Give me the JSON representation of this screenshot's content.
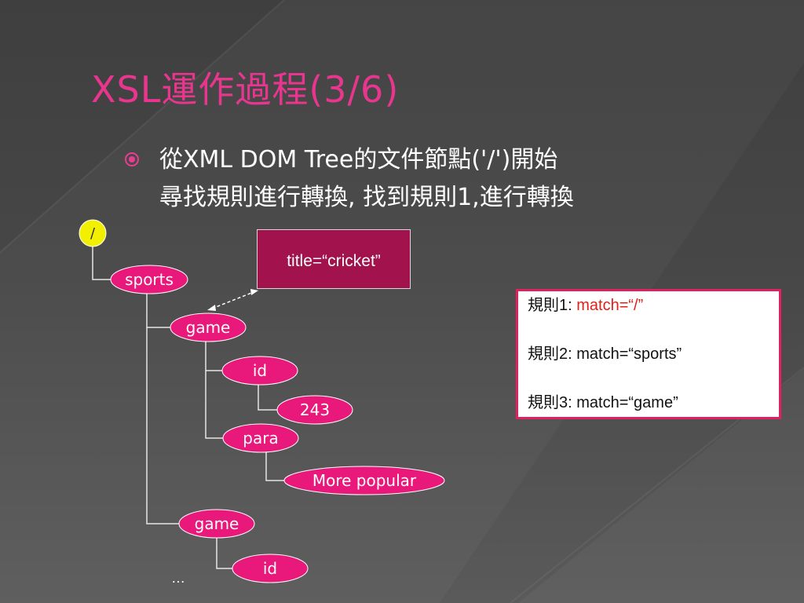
{
  "slide": {
    "title": "XSL運作過程(3/6)",
    "bullet": {
      "line1": "從XML DOM Tree的文件節點('/')開始",
      "line2": "尋找規則進行轉換, 找到規則1,進行轉換"
    }
  },
  "tree": {
    "root": "/",
    "sports": "sports",
    "game1": "game",
    "id1": "id",
    "value243": "243",
    "para": "para",
    "more_popular": "More popular",
    "game2": "game",
    "id2": "id",
    "ellipsis": "…"
  },
  "attribute_box": {
    "text": "title=“cricket”"
  },
  "rules": [
    {
      "label": "規則1: ",
      "match": "match=“/”",
      "highlight": true
    },
    {
      "label": "規則2: ",
      "match": "match=“sports”",
      "highlight": false
    },
    {
      "label": "規則3: ",
      "match": "match=“game”",
      "highlight": false
    }
  ],
  "colors": {
    "title": "#e8368f",
    "node_fill": "#e8197a",
    "root_fill": "#f2f000",
    "attribute_fill": "#a2124d",
    "rules_border": "#e0205f",
    "highlight_text": "#e0201a"
  }
}
